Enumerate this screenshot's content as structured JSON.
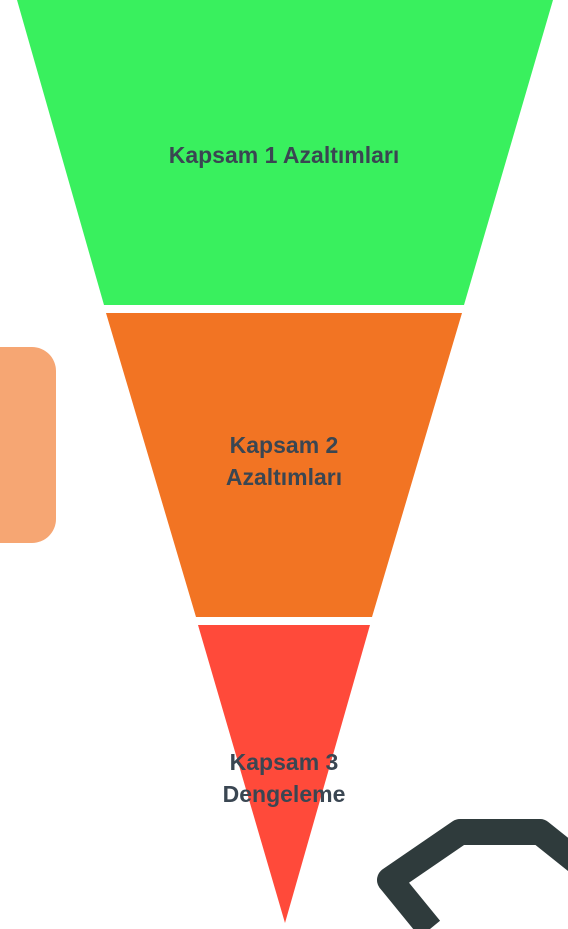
{
  "funnel": {
    "tiers": [
      {
        "label_lines": [
          "Kapsam 1 Azaltımları"
        ],
        "color": "#39f05e"
      },
      {
        "label_lines": [
          "Kapsam 2",
          "Azaltımları"
        ],
        "color": "#f27423"
      },
      {
        "label_lines": [
          "Kapsam 3",
          "Dengeleme"
        ],
        "color": "#ff4a3a"
      }
    ]
  },
  "side_tab": {
    "color": "#f6a673"
  },
  "corner_logo": {
    "icon": "hexagon-outline-logo",
    "color": "#2f3b3c"
  }
}
